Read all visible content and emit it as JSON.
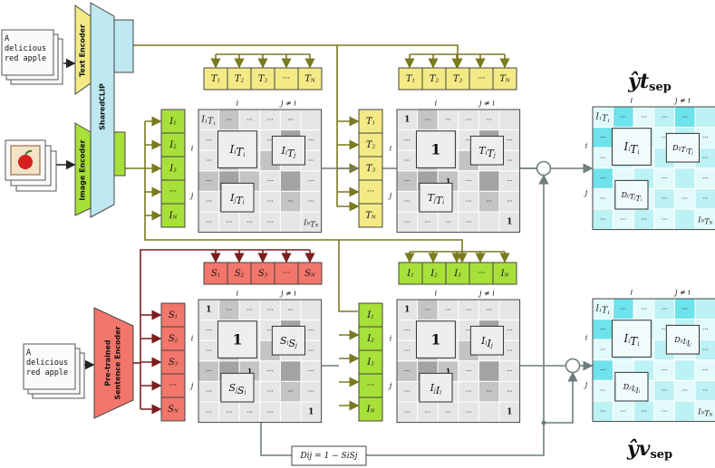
{
  "colors": {
    "yellow": "#f3ea86",
    "green": "#a8e03a",
    "red": "#f2766b",
    "cyan": "#bdf2f4",
    "cyan_dark": "#6fe3ec",
    "cyan_light": "#e2fafb",
    "grid_light": "#e6e6e6",
    "grid_mid": "#c4c4c4",
    "grid_dark": "#a3a3a3",
    "line_olive": "#7a7a1e",
    "line_darkred": "#7a1e1e",
    "line_gray": "#6e7d7d"
  },
  "inputs": {
    "text_top": [
      "A",
      "delicious",
      "red apple"
    ],
    "text_bottom": [
      "A",
      "delicious",
      "red apple"
    ],
    "image_icon": "apple-photo-icon"
  },
  "encoders": {
    "text": "Text Encoder",
    "shared": "SharedCLIP",
    "image": "Image Encoder",
    "sentence": [
      "Pre-trained",
      "Sentence Encoder"
    ]
  },
  "vectors": {
    "T": [
      "T1",
      "T2",
      "T3",
      "···",
      "TN"
    ],
    "I": [
      "I1",
      "I2",
      "I3",
      "···",
      "IN"
    ],
    "S": [
      "S1",
      "S2",
      "S3",
      "···",
      "SN"
    ]
  },
  "axis": {
    "i": "i",
    "j_ne_i": "j ≠ i",
    "j": "j"
  },
  "matrices": {
    "m1": {
      "tl": "I1T1",
      "ii": "IiTi",
      "ij": "IiTj",
      "ji": "IjTi",
      "br": "INTN"
    },
    "m2": {
      "tl": "1",
      "ii": "1",
      "ij": "TiTj",
      "ji": "TjTi",
      "br": "1"
    },
    "m3": {
      "tl": "1",
      "ii": "1",
      "ij": "SiSj",
      "ji": "SjSi",
      "br": "1"
    },
    "m4": {
      "tl": "1",
      "ii": "1",
      "ij": "IiIj",
      "ji": "IjIi",
      "br": "1"
    },
    "o1": {
      "tl": "I1T1",
      "ii": "IiTi",
      "ij": "DijTiTj",
      "ji": "DjiTjTi",
      "br": "INTN"
    },
    "o2": {
      "tl": "I1T1",
      "ii": "IiTi",
      "ij": "DijIiIj",
      "ji": "DjiIjIi",
      "br": "INTN"
    }
  },
  "ellipsis": "···",
  "formula": "Dij = 1 − SiSj",
  "outputs": {
    "tsep": "ŷtsep",
    "vsep": "ŷvsep"
  }
}
